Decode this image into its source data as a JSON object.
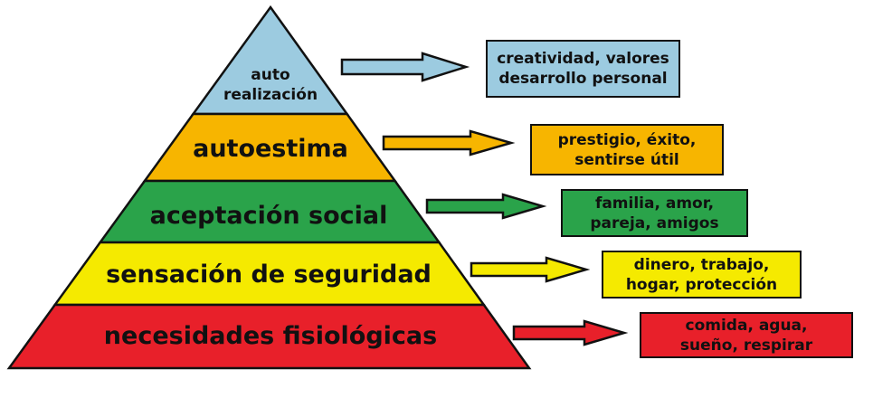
{
  "levels": [
    {
      "key": "autorrealizacion",
      "label_lines": [
        "auto",
        "realización"
      ],
      "color": "#9ccbe0",
      "examples": [
        "creatividad, valores",
        "desarrollo personal"
      ]
    },
    {
      "key": "autoestima",
      "label_lines": [
        "autoestima"
      ],
      "color": "#f7b500",
      "examples": [
        "prestigio, éxito,",
        "sentirse útil"
      ]
    },
    {
      "key": "aceptacion-social",
      "label_lines": [
        "aceptación social"
      ],
      "color": "#2aa34a",
      "examples": [
        "familia, amor,",
        "pareja, amigos"
      ]
    },
    {
      "key": "seguridad",
      "label_lines": [
        "sensación de seguridad"
      ],
      "color": "#f5ea00",
      "examples": [
        "dinero, trabajo,",
        "hogar, protección"
      ]
    },
    {
      "key": "fisiologicas",
      "label_lines": [
        "necesidades fisiológicas"
      ],
      "color": "#e8202a",
      "examples": [
        "comida, agua,",
        "sueño, respirar"
      ]
    }
  ]
}
